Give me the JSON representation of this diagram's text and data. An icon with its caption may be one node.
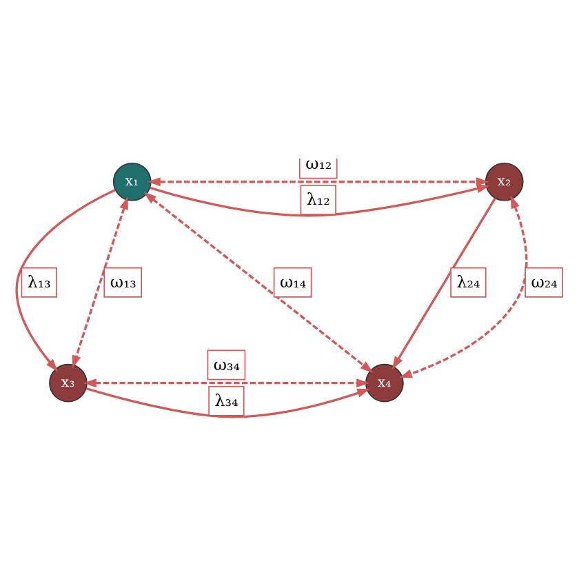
{
  "diagram": {
    "nodes": [
      {
        "text": [
          "x₁"
        ]
      },
      {
        "text": [
          "x₂"
        ]
      },
      {
        "text": [
          "x₃"
        ]
      },
      {
        "text": [
          "x₄"
        ]
      }
    ],
    "edges": [
      {
        "from": 0,
        "to": 1,
        "arrow": "to",
        "label": "λ₁₂"
      },
      {
        "from": 0,
        "to": 2,
        "arrow": "to",
        "label": "λ₁₃"
      },
      {
        "from": 1,
        "to": 3,
        "arrow": "to",
        "label": "λ₂₄"
      },
      {
        "from": 2,
        "to": 3,
        "arrow": "to",
        "label": "λ₃₄"
      },
      {
        "from": 0,
        "to": 1,
        "arrow": "both",
        "label": "ω₁₂",
        "style": "dashed"
      },
      {
        "from": 0,
        "to": 2,
        "arrow": "both",
        "label": "ω₁₃",
        "style": "dashed"
      },
      {
        "from": 0,
        "to": 3,
        "arrow": "both",
        "label": "ω₁₄",
        "style": "dashed"
      },
      {
        "from": 1,
        "to": 3,
        "arrow": "both",
        "label": "ω₂₄",
        "style": "dashed"
      },
      {
        "from": 2,
        "to": 3,
        "arrow": "both",
        "label": "ω₃₄",
        "style": "dashed"
      }
    ]
  }
}
